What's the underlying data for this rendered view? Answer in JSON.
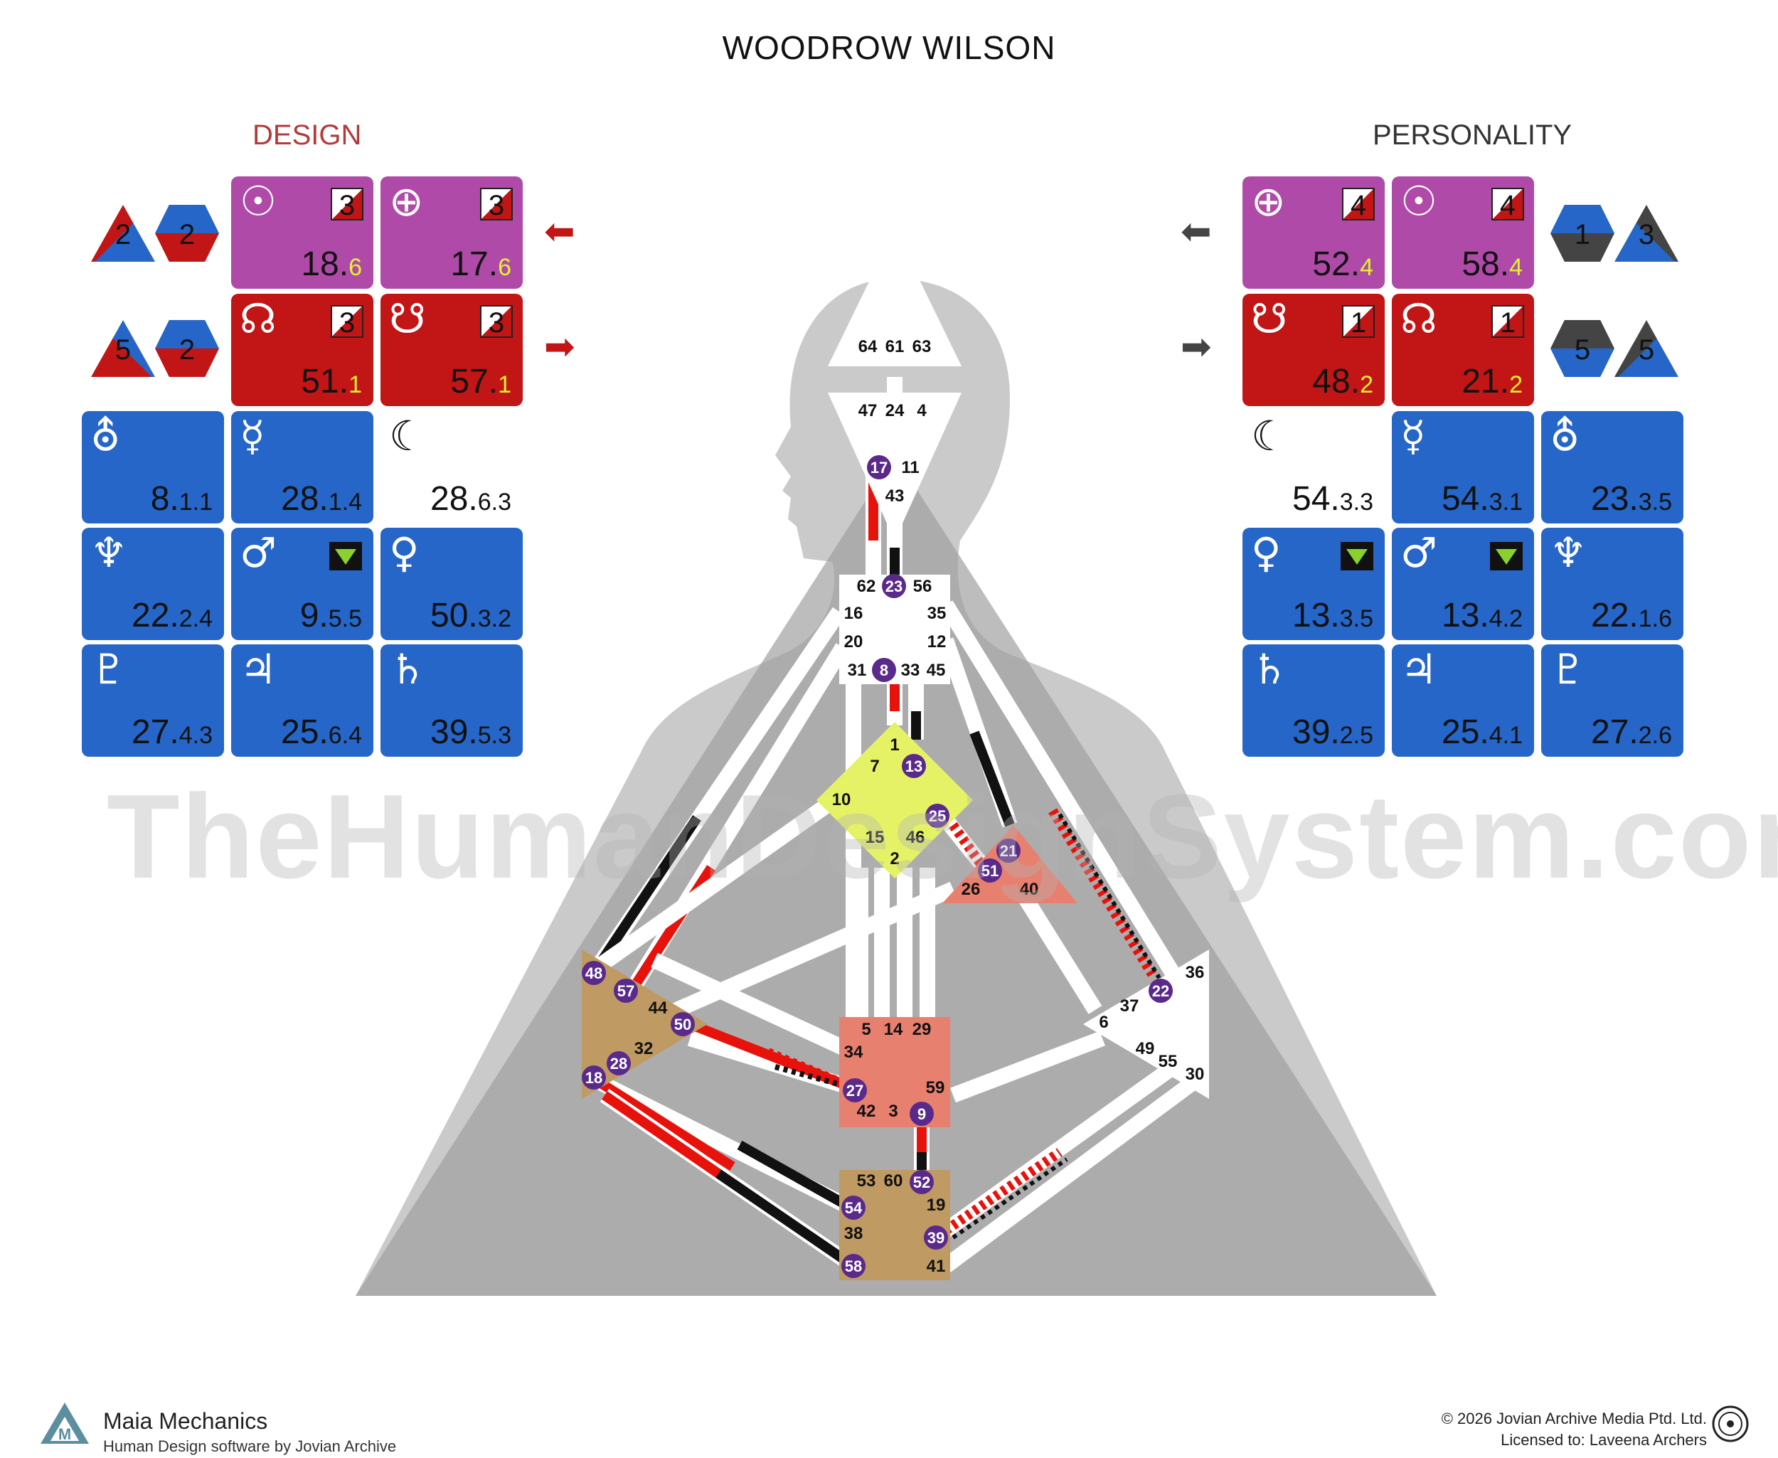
{
  "title": "WOODROW WILSON",
  "design": {
    "label": "DESIGN",
    "cards": [
      {
        "symbol": "☉",
        "value": "18.",
        "sub": "6",
        "color": "purple",
        "badge": "3",
        "badge_style": "rd"
      },
      {
        "symbol": "⊕",
        "value": "17.",
        "sub": "6",
        "color": "purple",
        "badge": "3",
        "badge_style": "rd"
      },
      {
        "symbol": "☊",
        "value": "51.",
        "sub": "1",
        "color": "red",
        "badge": "3",
        "badge_style": "rd"
      },
      {
        "symbol": "☋",
        "value": "57.",
        "sub": "1",
        "color": "red",
        "badge": "3",
        "badge_style": "rd"
      },
      {
        "symbol": "⛢",
        "value": "8.",
        "sub": "1.1",
        "color": "blue"
      },
      {
        "symbol": "☿",
        "value": "28.",
        "sub": "1.4",
        "color": "blue"
      },
      {
        "symbol": "☾",
        "value": "28.",
        "sub": "6.3",
        "color": "blank"
      },
      {
        "symbol": "♆",
        "value": "22.",
        "sub": "2.4",
        "color": "blue"
      },
      {
        "symbol": "♂",
        "value": "9.",
        "sub": "5.5",
        "color": "blue",
        "indicator": "down-triangle"
      },
      {
        "symbol": "♀",
        "value": "50.",
        "sub": "3.2",
        "color": "blue"
      },
      {
        "symbol": "♇",
        "value": "27.",
        "sub": "4.3",
        "color": "blue"
      },
      {
        "symbol": "♃",
        "value": "25.",
        "sub": "6.4",
        "color": "blue"
      },
      {
        "symbol": "♄",
        "value": "39.",
        "sub": "5.3",
        "color": "blue"
      }
    ],
    "mini_icons": [
      "2",
      "2",
      "5",
      "2"
    ]
  },
  "personality": {
    "label": "PERSONALITY",
    "cards": [
      {
        "symbol": "⊕",
        "value": "52.",
        "sub": "4",
        "color": "purple",
        "badge": "4",
        "badge_style": "rd"
      },
      {
        "symbol": "☉",
        "value": "58.",
        "sub": "4",
        "color": "purple",
        "badge": "4",
        "badge_style": "rd"
      },
      {
        "symbol": "☋",
        "value": "48.",
        "sub": "2",
        "color": "red",
        "badge": "1",
        "badge_style": "rd"
      },
      {
        "symbol": "☊",
        "value": "21.",
        "sub": "2",
        "color": "red",
        "badge": "1",
        "badge_style": "rd"
      },
      {
        "symbol": "☾",
        "value": "54.",
        "sub": "3.3",
        "color": "blank"
      },
      {
        "symbol": "☿",
        "value": "54.",
        "sub": "3.1",
        "color": "blue"
      },
      {
        "symbol": "⛢",
        "value": "23.",
        "sub": "3.5",
        "color": "blue"
      },
      {
        "symbol": "♀",
        "value": "13.",
        "sub": "3.5",
        "color": "blue",
        "indicator": "down-triangle"
      },
      {
        "symbol": "♂",
        "value": "13.",
        "sub": "4.2",
        "color": "blue",
        "indicator": "down-triangle"
      },
      {
        "symbol": "♆",
        "value": "22.",
        "sub": "1.6",
        "color": "blue"
      },
      {
        "symbol": "♄",
        "value": "39.",
        "sub": "2.5",
        "color": "blue"
      },
      {
        "symbol": "♃",
        "value": "25.",
        "sub": "4.1",
        "color": "blue"
      },
      {
        "symbol": "♇",
        "value": "27.",
        "sub": "2.6",
        "color": "blue"
      }
    ],
    "mini_icons": [
      "1",
      "3",
      "5",
      "5"
    ]
  },
  "bodygraph": {
    "head_gates": [
      "64",
      "61",
      "63"
    ],
    "ajna_gates": [
      "47",
      "24",
      "4",
      "17",
      "11",
      "43"
    ],
    "throat_gates": [
      "62",
      "23",
      "56",
      "16",
      "35",
      "20",
      "12",
      "31",
      "8",
      "33",
      "45"
    ],
    "g_gates": [
      "1",
      "7",
      "13",
      "10",
      "25",
      "15",
      "46",
      "2"
    ],
    "ego_gates": [
      "21",
      "51",
      "26",
      "40"
    ],
    "spleen_gates": [
      "48",
      "57",
      "44",
      "50",
      "32",
      "28",
      "18"
    ],
    "solar_plexus_gates": [
      "36",
      "22",
      "37",
      "6",
      "49",
      "55",
      "30"
    ],
    "sacral_gates": [
      "5",
      "14",
      "29",
      "34",
      "27",
      "59",
      "42",
      "3",
      "9"
    ],
    "root_gates": [
      "53",
      "60",
      "52",
      "54",
      "19",
      "38",
      "39",
      "58",
      "41"
    ]
  },
  "watermark": "TheHumanDesignSystem.com",
  "footer": {
    "brand": "Maia Mechanics",
    "tagline": "Human Design software by Jovian Archive",
    "copyright": "© 2026 Jovian Archive Media Ptd. Ltd.",
    "license": "Licensed to: Laveena Archers"
  },
  "colors": {
    "design": "#c21515",
    "personality": "#111111",
    "purple": "#b04aa8",
    "blue": "#2566c8",
    "defined_gate": "#5a2a8a"
  }
}
